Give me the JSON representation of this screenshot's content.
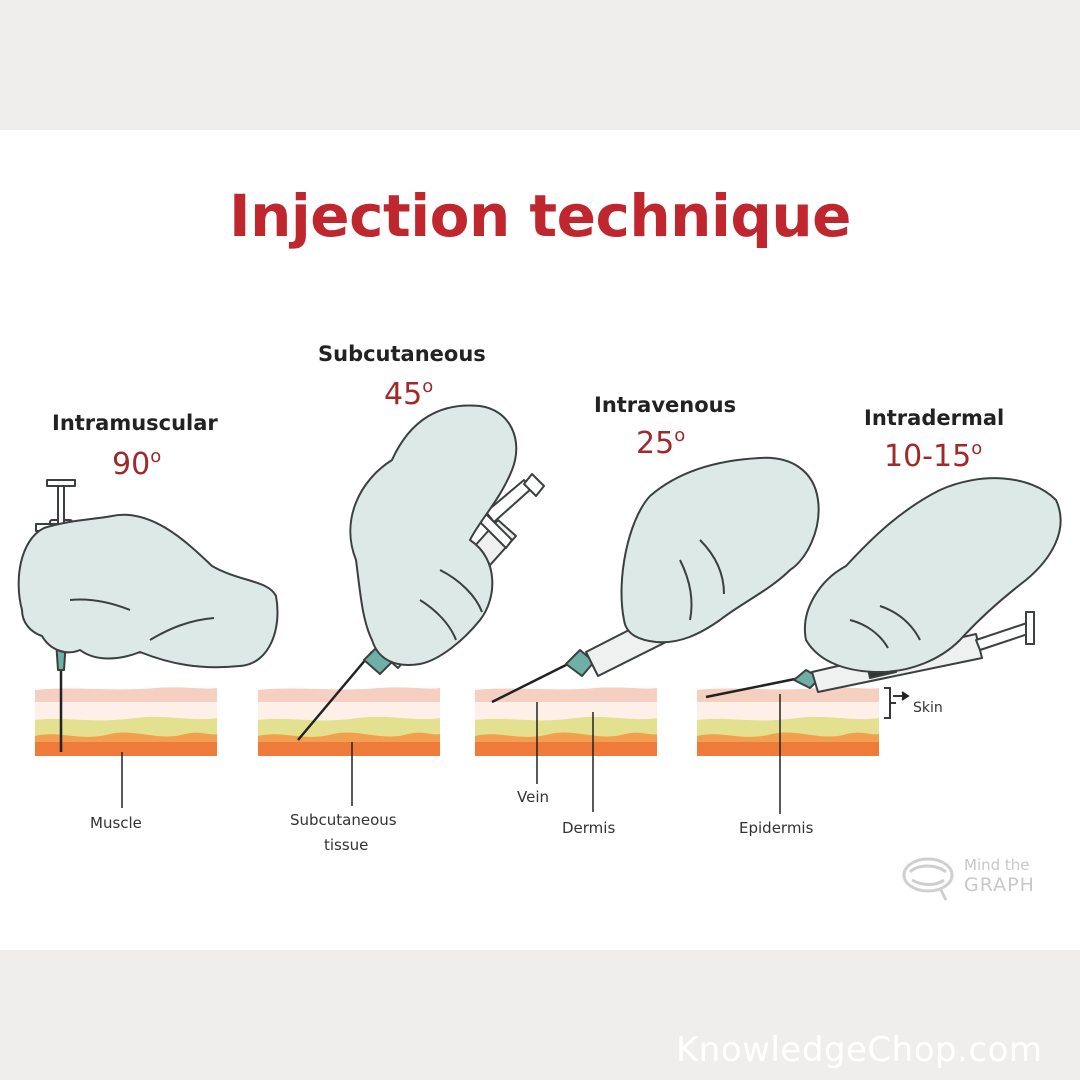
{
  "title": "Injection technique",
  "techniques": [
    {
      "name": "Intramuscular",
      "angle_value": "90",
      "angle_unit": "o"
    },
    {
      "name": "Subcutaneous",
      "angle_value": "45",
      "angle_unit": "o"
    },
    {
      "name": "Intravenous",
      "angle_value": "25",
      "angle_unit": "o"
    },
    {
      "name": "Intradermal",
      "angle_value": "10-15",
      "angle_unit": "o"
    }
  ],
  "labels": {
    "muscle": "Muscle",
    "subcutaneous_tissue_line1": "Subcutaneous",
    "subcutaneous_tissue_line2": "tissue",
    "vein": "Vein",
    "dermis": "Dermis",
    "epidermis": "Epidermis",
    "skin": "Skin"
  },
  "logo": {
    "line1": "Mind the",
    "line2": "GRAPH"
  },
  "watermark": "KnowledgeChop.com",
  "colors": {
    "title": "#c0262d",
    "angle": "#9e2a2b",
    "glove": "#dde9e6",
    "glove_outline": "#3b3f3f",
    "epidermis_layer": "#f7d5c8",
    "dermis_layer": "#fbeee6",
    "fat_layer": "#e2e08a",
    "muscle_layer": "#ef7b3a"
  }
}
